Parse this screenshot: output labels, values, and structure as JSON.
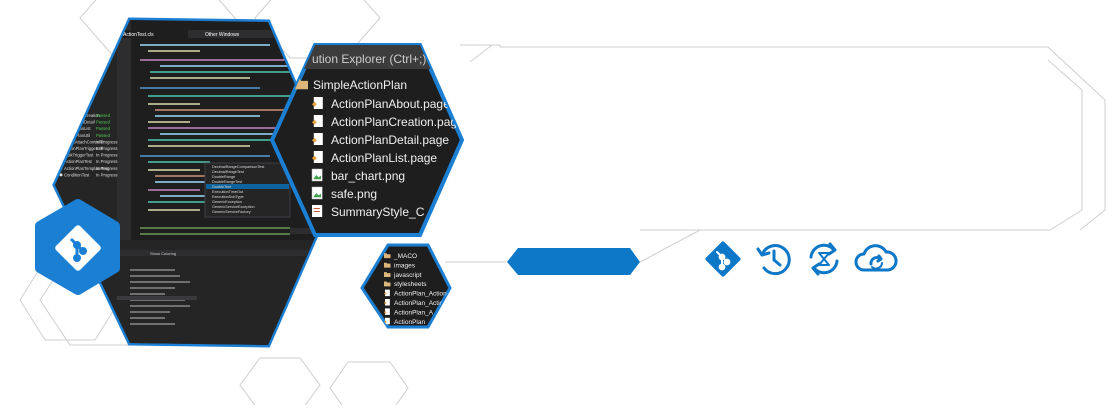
{
  "solution_explorer": {
    "title": "ution Explorer (Ctrl+;)",
    "root": "SimpleActionPlan",
    "items": [
      {
        "label": "ActionPlanAbout.page",
        "icon": "page-file-icon"
      },
      {
        "label": "ActionPlanCreation.page",
        "icon": "page-file-icon"
      },
      {
        "label": "ActionPlanDetail.page",
        "icon": "page-file-icon"
      },
      {
        "label": "ActionPlanList.page",
        "icon": "page-file-icon"
      },
      {
        "label": "bar_chart.png",
        "icon": "image-file-icon"
      },
      {
        "label": "safe.png",
        "icon": "image-file-icon"
      },
      {
        "label": "SummaryStyle_C",
        "icon": "css-file-icon"
      }
    ]
  },
  "small_explorer": {
    "items": [
      {
        "label": "_MACO",
        "icon": "folder-icon"
      },
      {
        "label": "images",
        "icon": "folder-icon"
      },
      {
        "label": "javascript",
        "icon": "folder-icon"
      },
      {
        "label": "stylesheets",
        "icon": "folder-icon"
      },
      {
        "label": "ActionPlan_Action",
        "icon": "page-file-icon"
      },
      {
        "label": "ActionPlan_Actio",
        "icon": "page-file-icon"
      },
      {
        "label": "ActionPlan_A",
        "icon": "page-file-icon"
      },
      {
        "label": "ActionPlan",
        "icon": "page-file-icon"
      }
    ]
  },
  "editor": {
    "tab": "ActionTest.cls",
    "tab2": "Other Windows"
  },
  "test_list": [
    {
      "name": "ActionPlanCreation",
      "status": "Passed"
    },
    {
      "name": "ActionPlanDetail",
      "status": "Passed"
    },
    {
      "name": "ActionPlanList",
      "status": "Passed"
    },
    {
      "name": "ActionPlanUtil",
      "status": "Passed"
    },
    {
      "name": "BatchAttachController",
      "status": "In Progress"
    },
    {
      "name": "ActionPlanTriggerUtil",
      "status": "In Progress"
    },
    {
      "name": "TaskTriggerTest",
      "status": "In Progress"
    },
    {
      "name": "ActionPlanTest",
      "status": "In Progress"
    },
    {
      "name": "ActionPlanTemplateTest",
      "status": "In Progress"
    },
    {
      "name": "ConditionTest",
      "status": "In Progress"
    }
  ],
  "autocomplete": {
    "items": [
      "DecimalRangeComparisonTest",
      "DecimalRangeTest",
      "DoubleRange",
      "DoubleRangeTest",
      "DoubleTest",
      "ExecutionTimeOut",
      "ExecutionSubType",
      "GenericException",
      "GenericServiceException",
      "GenericServiceFactory"
    ],
    "selected_index": 4
  },
  "icons": [
    "git-icon",
    "history-icon",
    "sync-icon",
    "cloud-sync-icon"
  ],
  "colors": {
    "accent": "#0e78c8",
    "dark_bg": "#1e1e1e",
    "hex_border": "#1b7fd4",
    "outline": "#c8c8c8"
  }
}
